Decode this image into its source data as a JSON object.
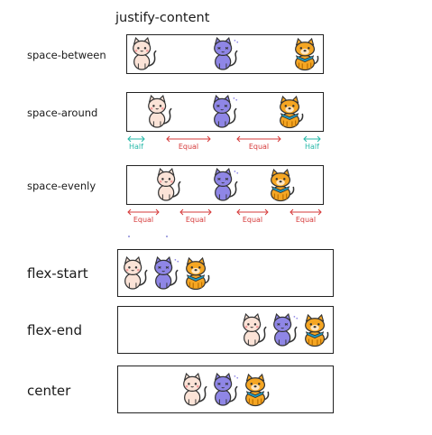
{
  "title": "justify-content",
  "rows": [
    {
      "label": "space-between"
    },
    {
      "label": "space-around"
    },
    {
      "label": "space-evenly"
    },
    {
      "label": "flex-start"
    },
    {
      "label": "flex-end"
    },
    {
      "label": "center"
    }
  ],
  "arrows": {
    "half": "Half",
    "equal": "Equal"
  },
  "colors": {
    "half_arrow": "#26b8a8",
    "equal_arrow": "#d63a3a",
    "cat_pink": "#fbe3d7",
    "cat_purple": "#8f86e6",
    "dog_orange": "#f5a623",
    "bandana": "#1e9fc8"
  },
  "icons": [
    "pink-cat-icon",
    "purple-cat-icon",
    "orange-dog-icon"
  ]
}
